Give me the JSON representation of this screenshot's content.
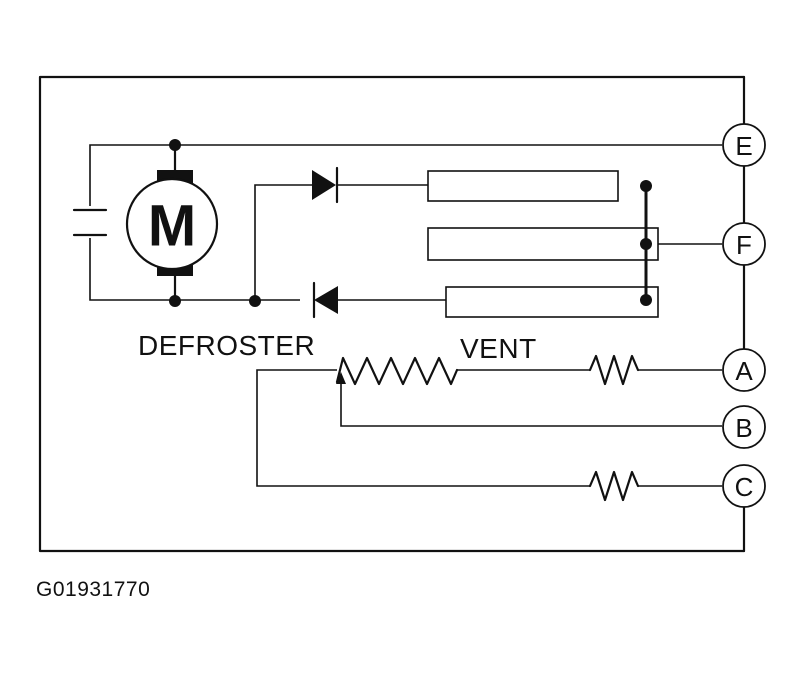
{
  "labels": {
    "motor": "M",
    "defroster": "DEFROSTER",
    "vent": "VENT",
    "figure_id": "G01931770"
  },
  "terminals": {
    "e": "E",
    "f": "F",
    "a": "A",
    "b": "B",
    "c": "C"
  },
  "colors": {
    "ink": "#111111",
    "background": "#ffffff"
  }
}
